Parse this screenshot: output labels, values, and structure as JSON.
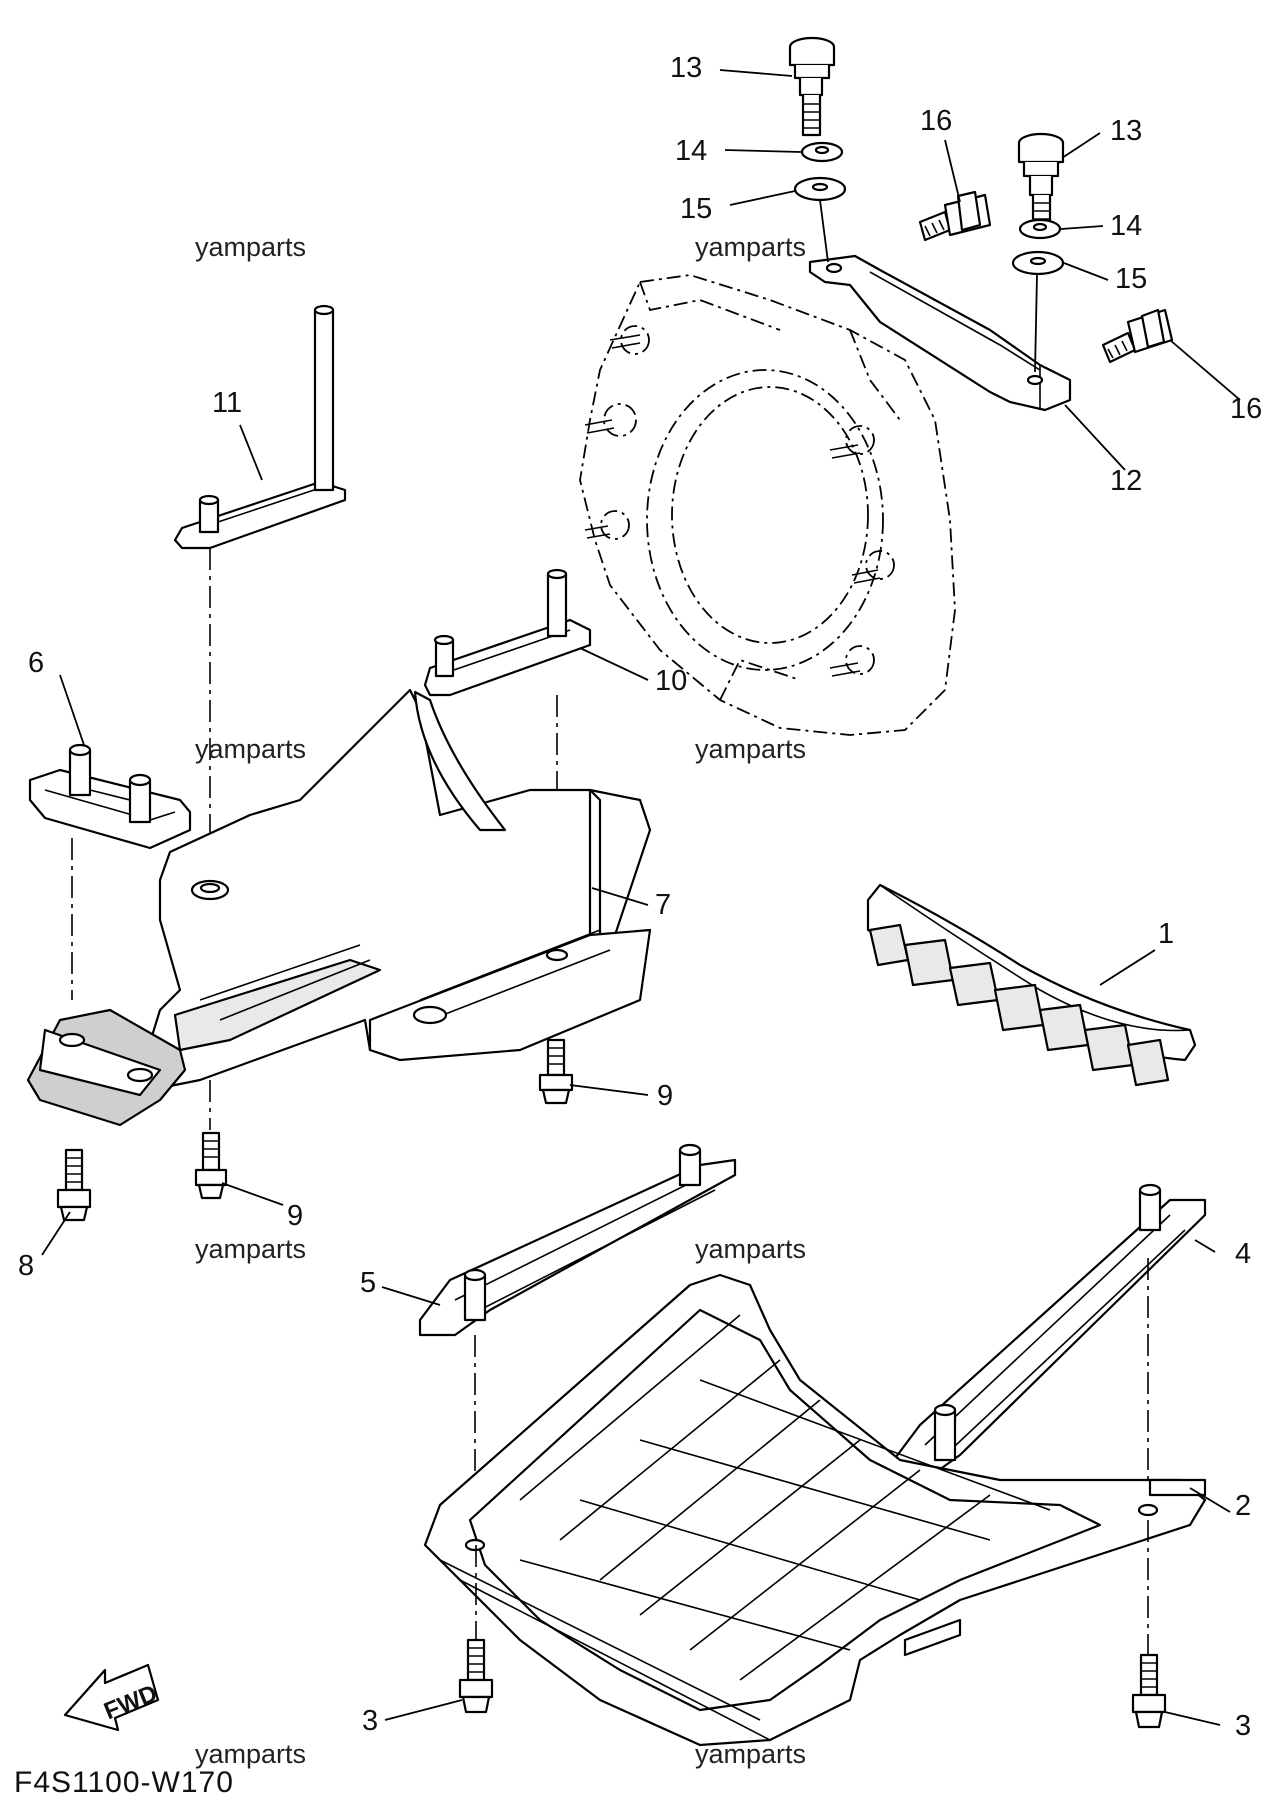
{
  "diagram_code": "F4S1100-W170",
  "direction_label": "FWD",
  "watermark": "yamparts",
  "callouts": {
    "p1": "1",
    "p2": "2",
    "p3a": "3",
    "p3b": "3",
    "p4": "4",
    "p5": "5",
    "p6": "6",
    "p7": "7",
    "p8": "8",
    "p9a": "9",
    "p9b": "9",
    "p10": "10",
    "p11": "11",
    "p12": "12",
    "p13a": "13",
    "p13b": "13",
    "p14a": "14",
    "p14b": "14",
    "p15a": "15",
    "p15b": "15",
    "p16a": "16",
    "p16b": "16"
  }
}
